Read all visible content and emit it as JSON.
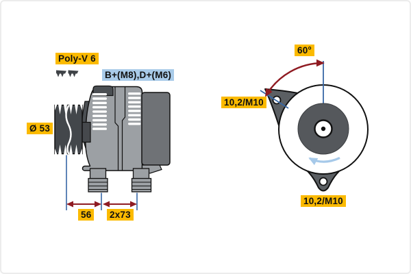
{
  "side_view": {
    "pulley_type_label": "Poly-V 6",
    "terminals_label": "B+(M8),D+(M6)",
    "pulley_diameter_label": "Ø 53",
    "dim_pulley_to_front_foot": "56",
    "dim_foot_spacing": "2x73"
  },
  "front_view": {
    "mount_angle_label": "60°",
    "mount_hole_top_label": "10,2/M10",
    "mount_hole_bottom_label": "10,2/M10"
  },
  "colors": {
    "label_yellow": "#FBBA00",
    "label_blue": "#A9CBE9",
    "dimension_red": "#8F1B22",
    "dimension_blue": "#3767A6",
    "rotation_arrow_blue": "#A6C9E9",
    "body_gray": "#9CA0A4",
    "rear_cover_gray": "#6F7276",
    "dark_gray": "#4B4F53"
  }
}
